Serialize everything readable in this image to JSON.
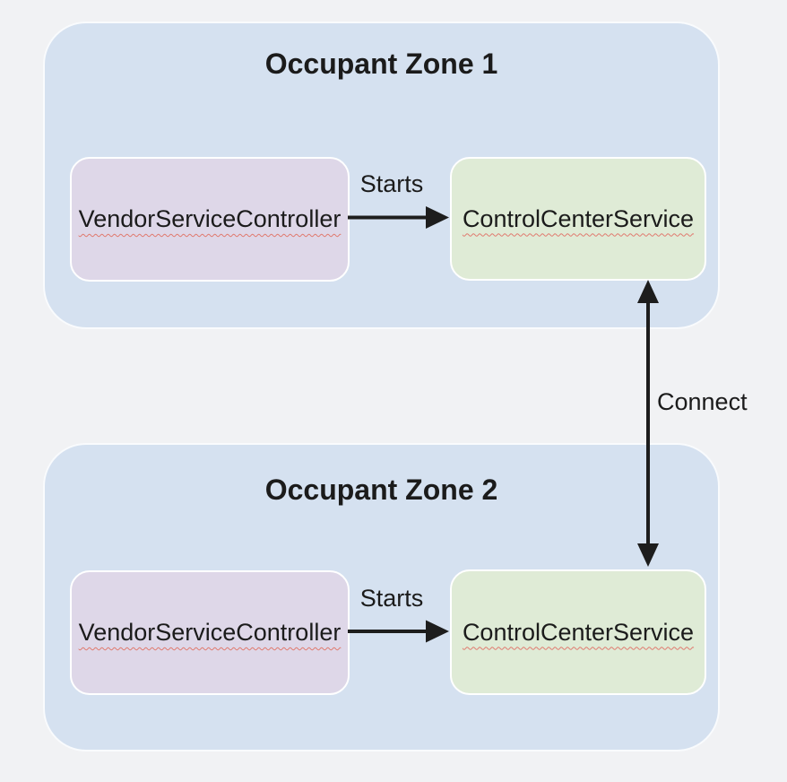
{
  "diagram": {
    "connect_label": "Connect",
    "zones": [
      {
        "title": "Occupant Zone 1",
        "vendor_label": "VendorServiceController",
        "control_label": "ControlCenterService",
        "starts_label": "Starts"
      },
      {
        "title": "Occupant Zone 2",
        "vendor_label": "VendorServiceController",
        "control_label": "ControlCenterService",
        "starts_label": "Starts"
      }
    ],
    "colors": {
      "page_bg": "#f1f2f4",
      "zone_fill": "#d5e1f0",
      "vendor_fill": "#ded7e8",
      "control_fill": "#dfebd6",
      "box_border": "#ffffff",
      "text": "#1b1b1b",
      "arrow": "#1d1d1d",
      "misspell_underline": "#e0796e"
    }
  }
}
